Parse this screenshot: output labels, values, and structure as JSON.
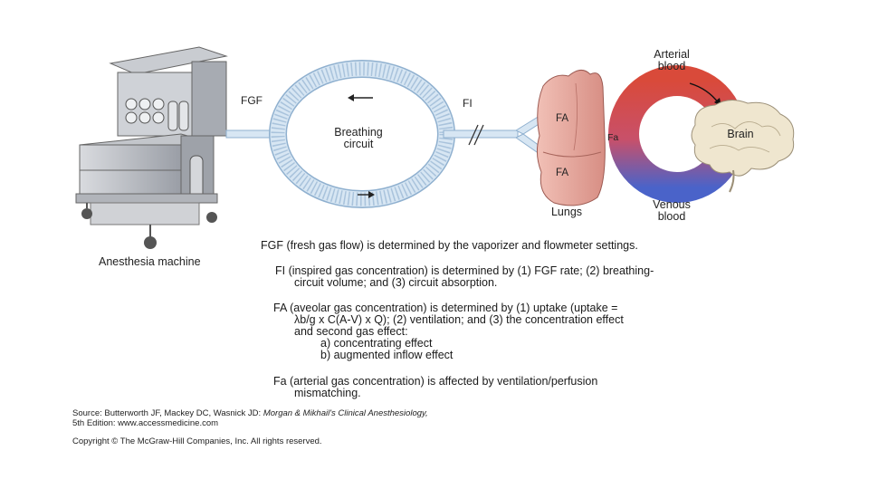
{
  "diagram": {
    "labels": {
      "fgf": "FGF",
      "fi": "FI",
      "breathing_circuit_line1": "Breathing",
      "breathing_circuit_line2": "circuit",
      "arterial_line1": "Arterial",
      "arterial_line2": "blood",
      "venous_line1": "Venous",
      "venous_line2": "blood",
      "lungs": "Lungs",
      "brain": "Brain",
      "fa_alveolar_1": "FA",
      "fa_alveolar_2": "FA",
      "fa_arterial": "Fa",
      "anesthesia_machine": "Anesthesia machine"
    },
    "colors": {
      "tube": "#d7e6f3",
      "tube_edge": "#8fb0cf",
      "arterial": "#d94a3a",
      "venous": "#4a63c9",
      "lung": "#e7a79c",
      "brain": "#efe6cf",
      "machine": "#b9bcc2"
    }
  },
  "notes": [
    {
      "key": "FGF",
      "lines": [
        "FGF  (fresh gas flow) is determined by the vaporizer and flowmeter settings."
      ]
    },
    {
      "key": "FI",
      "lines": [
        "FI   (inspired gas concentration) is determined by (1) FGF rate; (2) breathing-",
        "circuit volume; and (3) circuit absorption."
      ]
    },
    {
      "key": "FA",
      "lines": [
        "FA  (aveolar gas concentration) is determined by (1) uptake (uptake =",
        "λb/g x C(A-V) x Q); (2) ventilation; and (3) the concentration effect",
        "and second gas effect:",
        "a) concentrating effect",
        "b) augmented inflow effect"
      ]
    },
    {
      "key": "Fa",
      "lines": [
        "Fa   (arterial gas concentration) is affected by ventilation/perfusion",
        "mismatching."
      ]
    }
  ],
  "source": {
    "line1_prefix": "Source: Butterworth JF, Mackey DC, Wasnick JD: ",
    "line1_title": "Morgan & Mikhail's Clinical Anesthesiology,",
    "line2": "5th Edition: www.accessmedicine.com",
    "copyright": "Copyright © The McGraw-Hill Companies, Inc. All rights reserved."
  }
}
